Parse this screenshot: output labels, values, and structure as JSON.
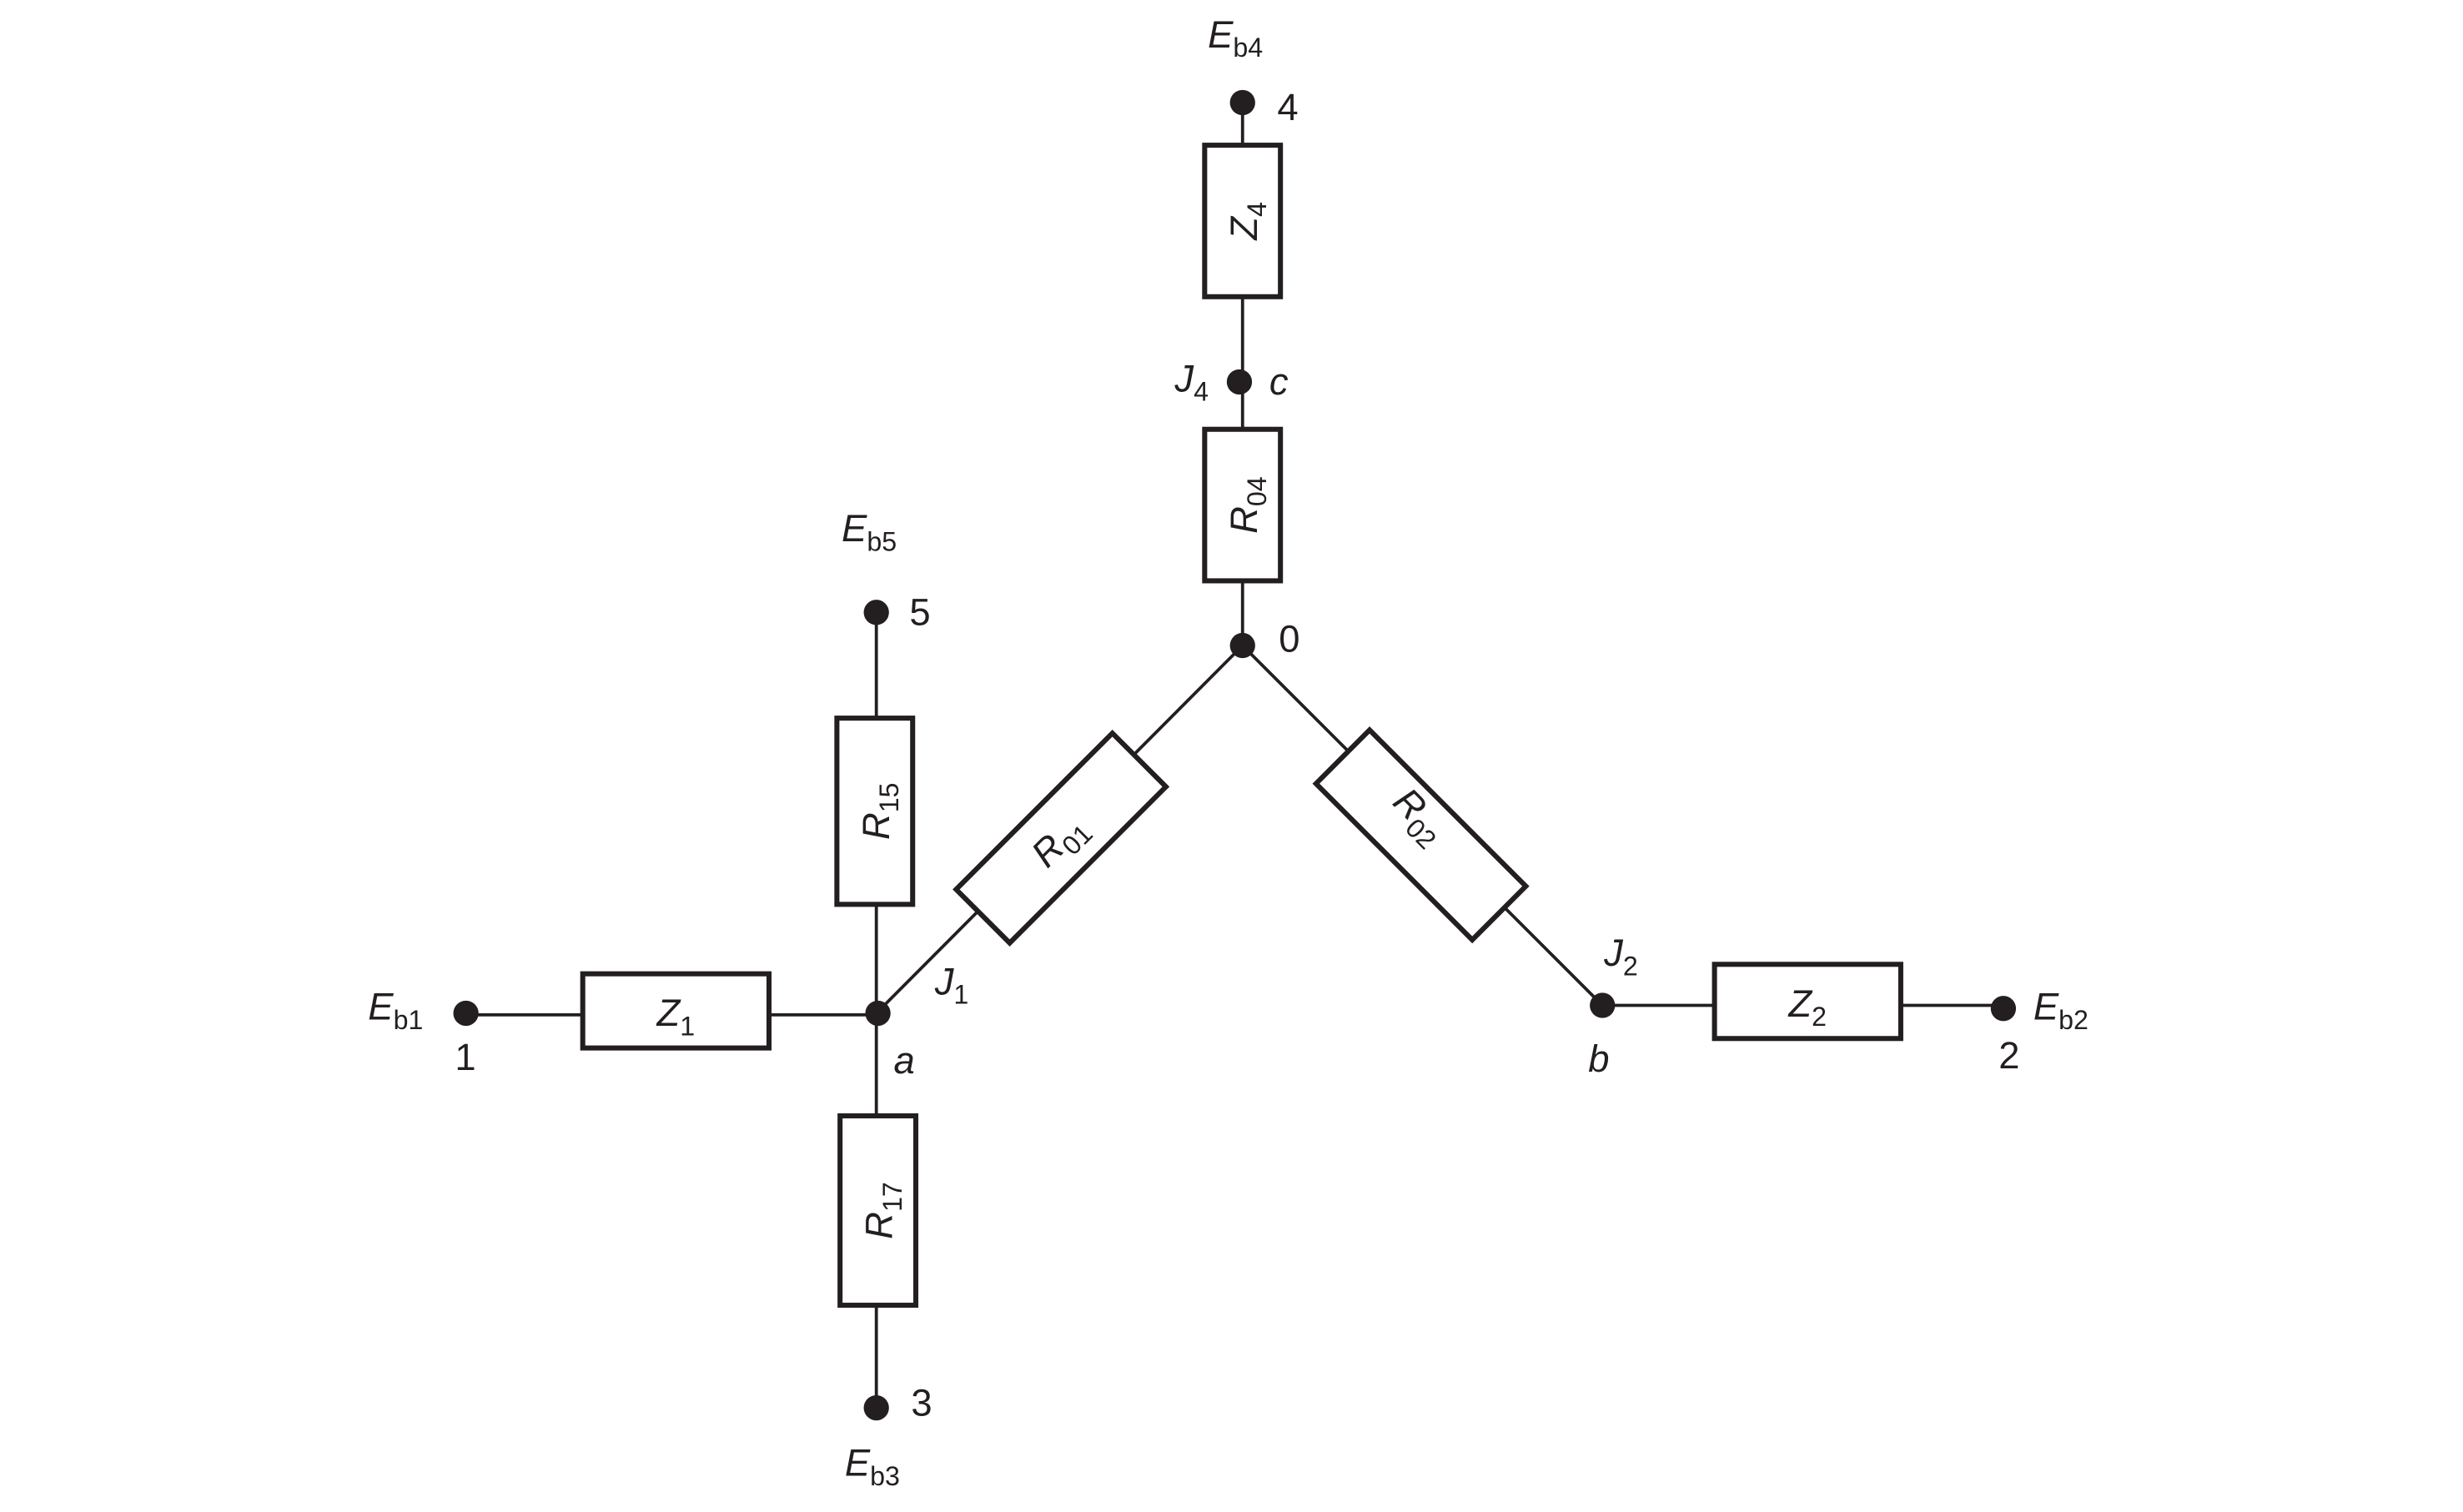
{
  "title": "Circuit network diagram",
  "components": {
    "Z4": {
      "main": "Z",
      "sub": "4"
    },
    "R04": {
      "main": "R",
      "sub": "04"
    },
    "R01": {
      "main": "R",
      "sub": "01"
    },
    "R02": {
      "main": "R",
      "sub": "02"
    },
    "R15": {
      "main": "R",
      "sub": "15"
    },
    "R17": {
      "main": "R",
      "sub": "17"
    },
    "Z1": {
      "main": "Z",
      "sub": "1"
    },
    "Z2": {
      "main": "Z",
      "sub": "2"
    }
  },
  "sources": {
    "Eb1": {
      "main": "E",
      "sub": "b1"
    },
    "Eb2": {
      "main": "E",
      "sub": "b2"
    },
    "Eb3": {
      "main": "E",
      "sub": "b3"
    },
    "Eb4": {
      "main": "E",
      "sub": "b4"
    },
    "Eb5": {
      "main": "E",
      "sub": "b5"
    }
  },
  "junctions": {
    "J1": {
      "main": "J",
      "sub": "1"
    },
    "J2": {
      "main": "J",
      "sub": "2"
    },
    "J4": {
      "main": "J",
      "sub": "4"
    }
  },
  "nodes": {
    "n0": "0",
    "n1": "1",
    "n2": "2",
    "n3": "3",
    "n4": "4",
    "n5": "5",
    "a": "a",
    "b": "b",
    "c": "c"
  }
}
